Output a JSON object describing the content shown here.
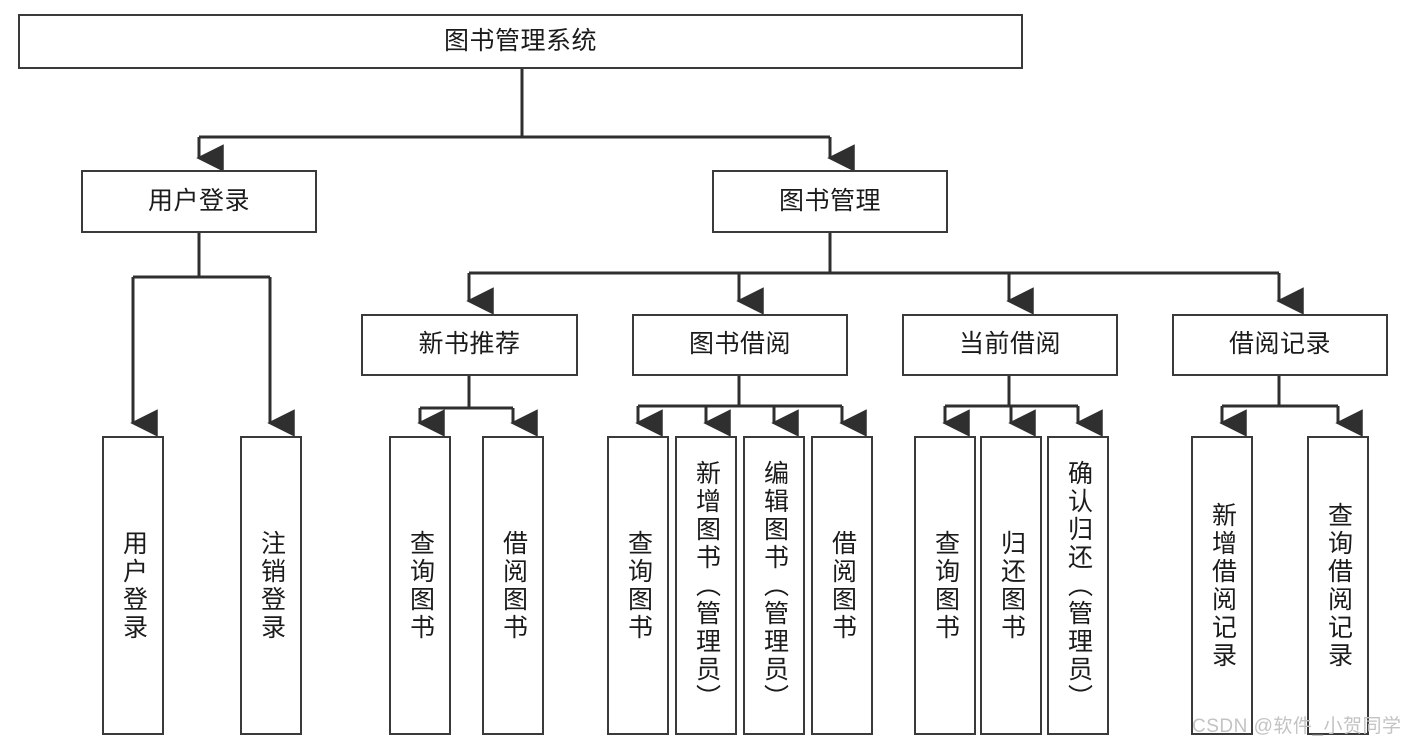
{
  "diagram": {
    "type": "tree",
    "title": "图书管理系统",
    "root": {
      "id": "root",
      "label": "图书管理系统"
    },
    "level2": [
      {
        "id": "user-login",
        "label": "用户登录"
      },
      {
        "id": "book-manage",
        "label": "图书管理"
      }
    ],
    "level3": [
      {
        "id": "new-book-recommend",
        "label": "新书推荐",
        "parent": "book-manage"
      },
      {
        "id": "book-borrow",
        "label": "图书借阅",
        "parent": "book-manage"
      },
      {
        "id": "current-borrow",
        "label": "当前借阅",
        "parent": "book-manage"
      },
      {
        "id": "borrow-record",
        "label": "借阅记录",
        "parent": "book-manage"
      }
    ],
    "leaves": {
      "user_login": [
        {
          "id": "leaf-user-login",
          "label": "用户登录"
        },
        {
          "id": "leaf-logout-login",
          "label": "注销登录"
        }
      ],
      "new_book_recommend": [
        {
          "id": "leaf-query-book-1",
          "label": "查询图书"
        },
        {
          "id": "leaf-borrow-book-1",
          "label": "借阅图书"
        }
      ],
      "book_borrow": [
        {
          "id": "leaf-query-book-2",
          "label": "查询图书"
        },
        {
          "id": "leaf-add-book",
          "label": "新增图书（管理员）"
        },
        {
          "id": "leaf-edit-book",
          "label": "编辑图书（管理员）"
        },
        {
          "id": "leaf-borrow-book-2",
          "label": "借阅图书"
        }
      ],
      "current_borrow": [
        {
          "id": "leaf-query-book-3",
          "label": "查询图书"
        },
        {
          "id": "leaf-return-book",
          "label": "归还图书"
        },
        {
          "id": "leaf-confirm-return",
          "label": "确认归还（管理员）"
        }
      ],
      "borrow_record": [
        {
          "id": "leaf-add-record",
          "label": "新增借阅记录"
        },
        {
          "id": "leaf-query-record",
          "label": "查询借阅记录"
        }
      ]
    }
  },
  "watermark": {
    "text": "CSDN @软件_小贺同学"
  },
  "colors": {
    "border": "#3a3a3a",
    "line": "#2f2f2f",
    "text": "#1b1b1b",
    "background": "#ffffff",
    "watermark": "#c3c3c3"
  }
}
